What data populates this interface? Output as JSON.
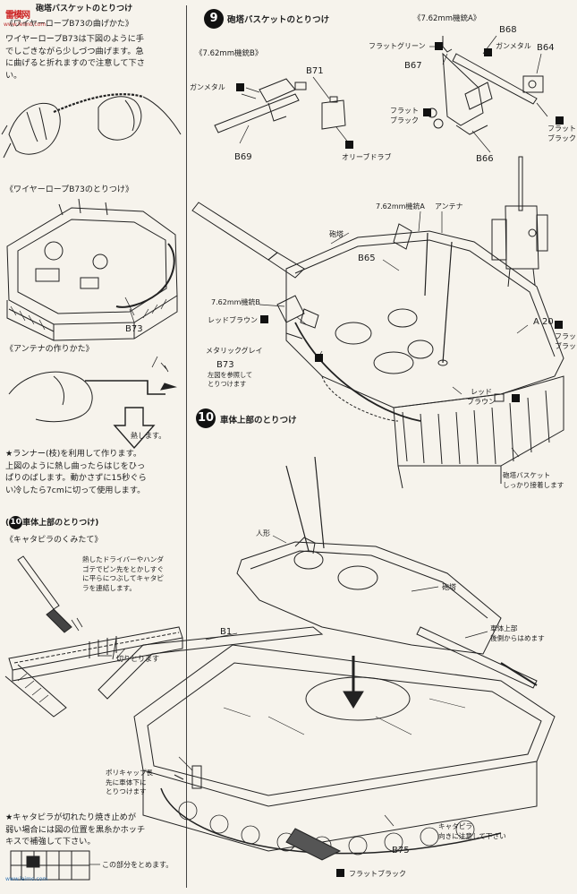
{
  "watermark": {
    "title": "雷模网",
    "sub": "www.leimo.com",
    "bottom": "www.leimo.com"
  },
  "left": {
    "header_1": "砲塔バスケットのとりつけ",
    "sub_1": "ワイヤーロープB73の曲げかた",
    "para_1": [
      "ワイヤーロープB73は下図のように手",
      "でしごきながら少しづつ曲げます。急",
      "に曲げると折れますので注意して下さ",
      "い。"
    ],
    "sub_2": "ワイヤーロープB73のとりつけ",
    "label_b73": "B73",
    "sub_3": "アンテナの作りかた",
    "label_heat": "熱します。",
    "para_2": [
      "★ランナー(枝)を利用して作ります。",
      "上図のように熱し曲ったらはじをひっ",
      "ぱりのばします。動かさずに15秒ぐら",
      "い冷したら7cmに切って使用します。"
    ],
    "step10_header": "車体上部のとりつけ",
    "sub_4": "キャタピラのくみたて",
    "note_heat": [
      "熱したドライバーやハンダ",
      "ゴテでピン先をとかしすぐ",
      "に平らにつぶしてキャタピ",
      "ラを連結します。"
    ],
    "label_cut": "切りとります",
    "note_poly": [
      "ポリキャップ長",
      "先に車体下に",
      "とりつけます"
    ],
    "para_3": [
      "★キャタピラが切れたり焼き止めが",
      "弱い場合には図の位置を黒糸かホッチ",
      "キスで補強して下さい。"
    ],
    "label_stop": "この部分をとめます。"
  },
  "step9": {
    "number": "9",
    "title": "砲塔バスケットのとりつけ",
    "mg_b": "《7.62mm機銃B》",
    "mg_a": "《7.62mm機銃A》",
    "gunmetal_1": "ガンメタル",
    "b71": "B71",
    "b69": "B69",
    "olive_drab": "オリーブドラブ",
    "b68": "B68",
    "flat_green": "フラットグリーン",
    "gunmetal_2": "ガンメタル",
    "b67": "B67",
    "b64": "B64",
    "flat_black_1": "フラット\nブラック",
    "flat_black_2": "フラット\nブラック",
    "b66": "B66",
    "mg_a_2": "7.62mm機銃A",
    "antenna": "アンテナ",
    "turret": "砲塔",
    "b65": "B65",
    "mg_b_2": "7.62mm機銃B",
    "red_brown_1": "レッドブラウン",
    "metallic_grey": "メタリックグレイ",
    "b73": "B73",
    "b73_note": [
      "左図を参照して",
      "とりつけます"
    ],
    "red_brown_2": "レッド\nブラウン",
    "a20": "A 20",
    "flat_black_3": "フラット\nブラック",
    "basket_note": [
      "砲塔バスケット",
      "しっかり接着します"
    ]
  },
  "step10": {
    "number": "10",
    "title": "車体上部のとりつけ",
    "figure": "人形",
    "turret": "砲塔",
    "b1": "B1",
    "upper_hull": [
      "車体上部",
      "後側からはめます"
    ],
    "b75": "B75",
    "flat_black": "フラットブラック",
    "track_note": [
      "キャタピラ",
      "向きに注意して下さい"
    ]
  }
}
